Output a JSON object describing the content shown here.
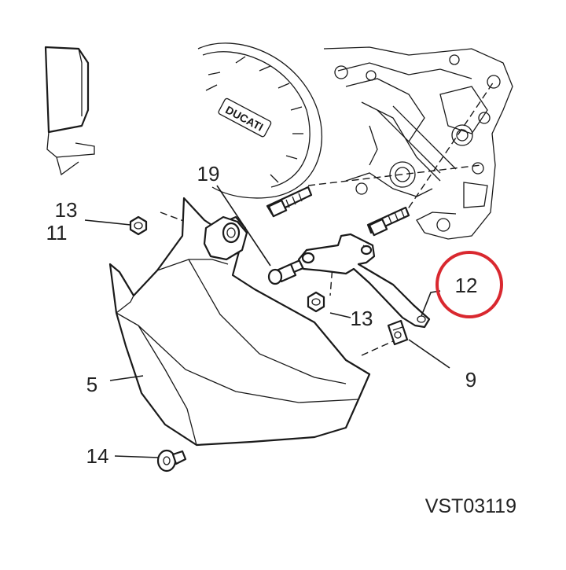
{
  "diagram": {
    "reference_code": "VST03119",
    "brand_emboss": "DUCATI",
    "highlight_color": "#d9282f",
    "line_color": "#1a1a1a",
    "callouts": {
      "c13_top": "13",
      "c11": "11",
      "c19": "19",
      "c12": "12",
      "c13_mid": "13",
      "c9": "9",
      "c5": "5",
      "c14": "14"
    },
    "highlighted_callout": "12"
  }
}
